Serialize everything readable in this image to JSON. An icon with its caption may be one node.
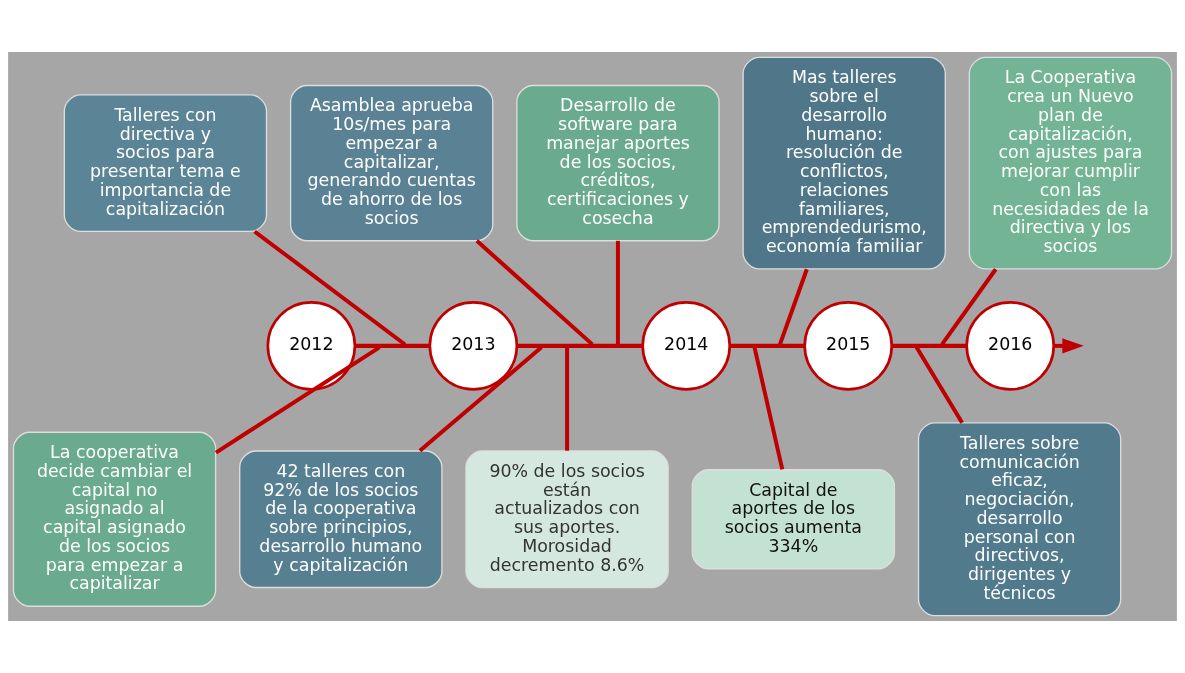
{
  "diagram": {
    "nodes": [
      {
        "text": [
          "Talleres con directiva y socios para presentar tema e importancia de capitalización"
        ]
      },
      {
        "text": [
          "Asamblea aprueba 10s/mes para empezar a capitalizar, generando cuentas de ahorro de los socios"
        ]
      },
      {
        "text": [
          "Desarrollo de software para manejar aportes de los socios, créditos, certificaciones y cosecha"
        ]
      },
      {
        "text": [
          "Mas talleres sobre el desarrollo humano: resolución de conflictos, relaciones familiares, emprendedurismo, economía familiar"
        ]
      },
      {
        "text": [
          "La Cooperativa crea un Nuevo plan de capitalización, con ajustes para mejorar cumplir con las necesidades de la directiva y los socios"
        ]
      },
      {
        "text": [
          "2012"
        ]
      },
      {
        "text": [
          "2013"
        ]
      },
      {
        "text": [
          "2014"
        ]
      },
      {
        "text": [
          "2015"
        ]
      },
      {
        "text": [
          "2016"
        ]
      },
      {
        "text": [
          "La cooperativa decide cambiar el capital no asignado al capital asignado de los socios para empezar a capitalizar"
        ]
      },
      {
        "text": [
          "42 talleres con 92% de los socios de la cooperativa sobre principios, desarrollo humano y capitalización"
        ]
      },
      {
        "text": [
          "90% de los socios están actualizados con sus aportes. Morosidad decremento 8.6%"
        ]
      },
      {
        "text": [
          "Capital de aportes de los socios aumenta 334%"
        ]
      },
      {
        "text": [
          "Talleres sobre comunicación eficaz, negociación, desarrollo personal con directivos, dirigentes y técnicos"
        ]
      }
    ],
    "edges": [
      {
        "from": 5,
        "to": 6,
        "arrow": "none"
      },
      {
        "from": 6,
        "to": 7,
        "arrow": "none"
      },
      {
        "from": 7,
        "to": 8,
        "arrow": "none"
      },
      {
        "from": 8,
        "to": 9,
        "arrow": "none"
      },
      {
        "from": 9,
        "to": null,
        "arrow": "to"
      },
      {
        "from": 0,
        "to": null,
        "arrow": "none"
      },
      {
        "from": 1,
        "to": null,
        "arrow": "none"
      },
      {
        "from": 2,
        "to": null,
        "arrow": "none"
      },
      {
        "from": 3,
        "to": null,
        "arrow": "none"
      },
      {
        "from": 4,
        "to": null,
        "arrow": "none"
      },
      {
        "from": null,
        "to": 10,
        "arrow": "none"
      },
      {
        "from": null,
        "to": 11,
        "arrow": "none"
      },
      {
        "from": null,
        "to": 12,
        "arrow": "none"
      },
      {
        "from": null,
        "to": 13,
        "arrow": "none"
      },
      {
        "from": null,
        "to": 14,
        "arrow": "none"
      }
    ]
  }
}
